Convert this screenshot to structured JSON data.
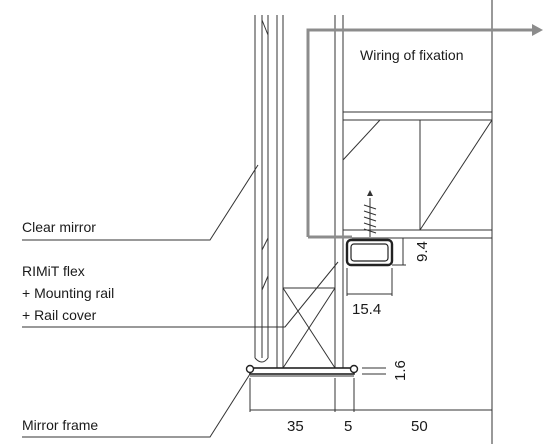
{
  "labels": {
    "wiring": "Wiring of fixation",
    "clear_mirror": "Clear mirror",
    "rimit_line1": "RIMiT flex",
    "rimit_line2": "+ Mounting rail",
    "rimit_line3": "+ Rail cover",
    "mirror_frame": "Mirror frame"
  },
  "dimensions": {
    "rail_height": "9.4",
    "rail_width": "15.4",
    "frame_thickness": "1.6",
    "bottom_left": "35",
    "bottom_mid": "5",
    "bottom_right": "50"
  },
  "colors": {
    "wiring": "#8c8c8c",
    "line": "#333333"
  }
}
